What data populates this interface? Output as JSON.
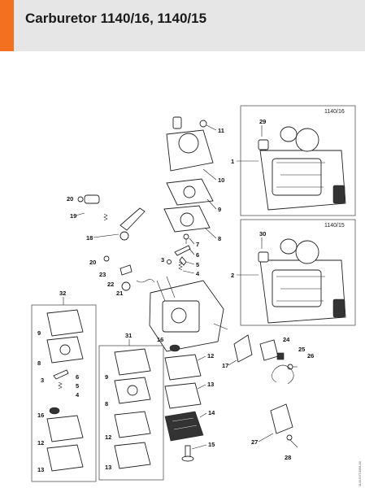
{
  "header": {
    "title": "Carburetor 1140/16, 1140/15",
    "accent_color": "#f37021",
    "background_color": "#e6e6e6"
  },
  "diagram": {
    "variants": [
      {
        "model": "1140/16",
        "callout": "1",
        "detail_part": "29"
      },
      {
        "model": "1140/15",
        "callout": "2",
        "detail_part": "30"
      }
    ],
    "kits": [
      {
        "callout": "32",
        "parts": [
          "9",
          "8",
          "3",
          "6",
          "5",
          "4",
          "16",
          "12",
          "13"
        ]
      },
      {
        "callout": "31",
        "parts": [
          "9",
          "8",
          "12",
          "13"
        ]
      }
    ],
    "labels": {
      "p1": "1",
      "p2": "2",
      "p3": "3",
      "p4": "4",
      "p5": "5",
      "p6": "6",
      "p7": "7",
      "p8": "8",
      "p9": "9",
      "p10": "10",
      "p11": "11",
      "p12": "12",
      "p13": "13",
      "p14": "14",
      "p15": "15",
      "p16": "16",
      "p17": "17",
      "p18": "18",
      "p19": "19",
      "p20": "20",
      "p21": "21",
      "p22": "22",
      "p23": "23",
      "p24": "24",
      "p25": "25",
      "p26": "26",
      "p27": "27",
      "p28": "28"
    },
    "doc_number": "1140-GVT-0059-A0"
  }
}
